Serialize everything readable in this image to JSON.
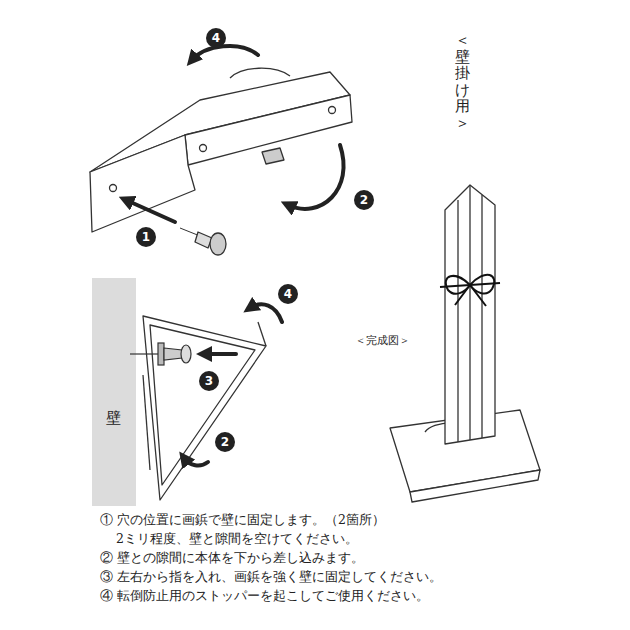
{
  "diagram": {
    "labels": [
      "＜壁掛け用＞",
      "4",
      "2",
      "1",
      "4",
      "3",
      "2",
      "壁",
      "＜完成図＞",
      "① 穴の位置に画鋲で壁に固定します。（2箇所）",
      "2ミリ程度、壁と隙間を空けてください。",
      "② 壁との隙間に本体を下から差し込みます。",
      "③ 左右から指を入れ、画鋲を強く壁に固定してください。",
      "④ 転倒防止用のストッパーを起こしてご使用ください。"
    ]
  }
}
